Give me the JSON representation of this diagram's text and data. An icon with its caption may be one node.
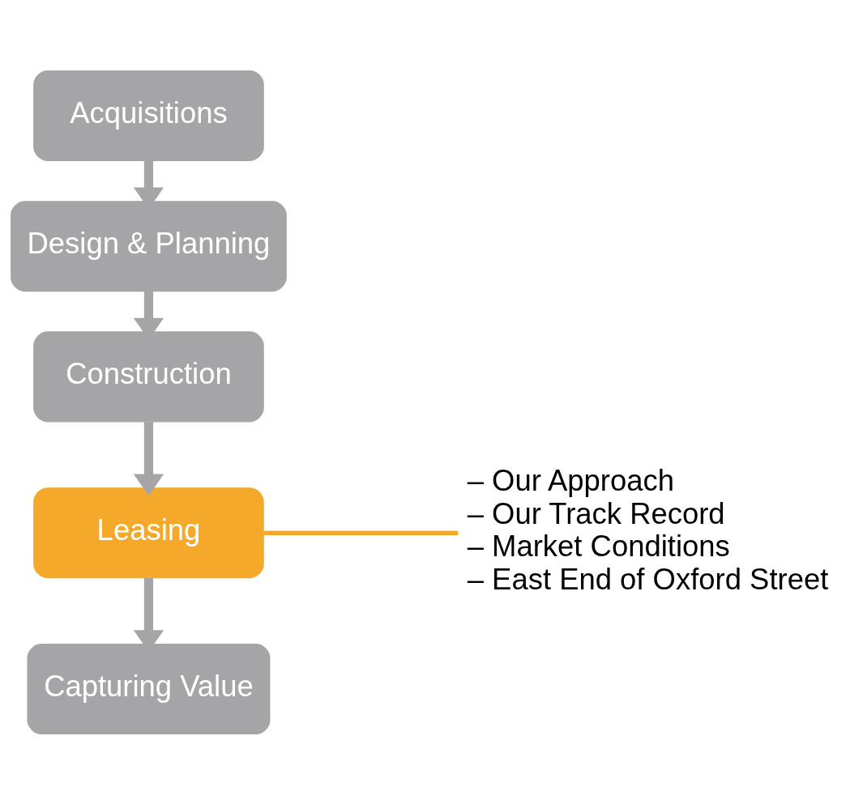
{
  "diagram": {
    "nodes": [
      {
        "text": [
          "Acquisitions"
        ]
      },
      {
        "text": [
          "Design & Planning"
        ]
      },
      {
        "text": [
          "Construction"
        ]
      },
      {
        "text": [
          "Leasing"
        ]
      },
      {
        "text": [
          "Capturing Value"
        ]
      },
      {
        "text": [
          "– Our Approach",
          "– Our Track Record",
          "– Market Conditions",
          "– East End of Oxford Street"
        ]
      }
    ],
    "edges": [
      {
        "from": 0,
        "to": 1,
        "arrow": "to"
      },
      {
        "from": 1,
        "to": 2,
        "arrow": "to"
      },
      {
        "from": 2,
        "to": 3,
        "arrow": "to"
      },
      {
        "from": 3,
        "to": 4,
        "arrow": "to"
      },
      {
        "from": 3,
        "to": 5,
        "arrow": "none",
        "color": "#f5a92a"
      }
    ]
  }
}
